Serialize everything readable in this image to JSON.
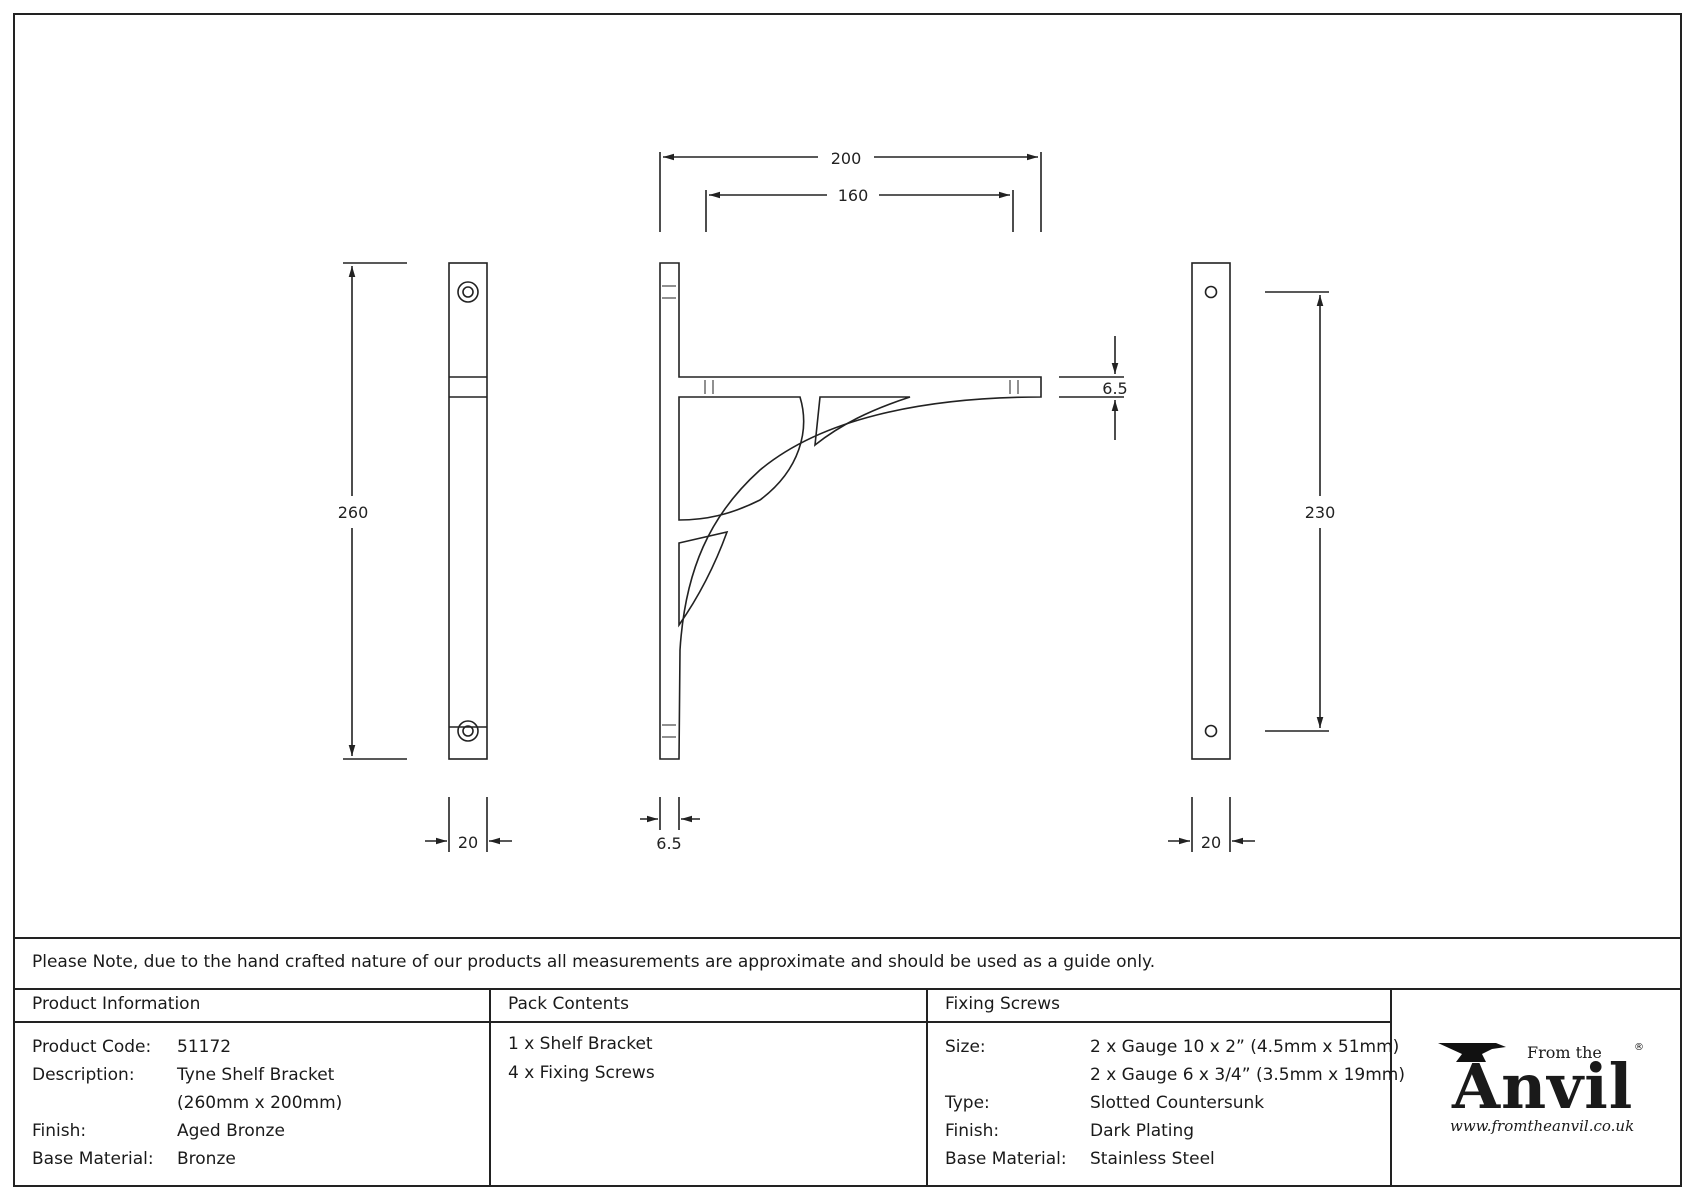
{
  "dimensions": {
    "overall_width": "200",
    "inner_width": "160",
    "height": "260",
    "thickness_shelf": "6.5",
    "thickness_upright": "6.5",
    "width_front": "20",
    "width_back": "20",
    "hole_spacing": "230"
  },
  "note": "Please Note, due to the hand crafted nature of our products all measurements are approximate and should be used as a guide only.",
  "product_information": {
    "header": "Product Information",
    "rows": [
      {
        "label": "Product Code:",
        "value": "51172"
      },
      {
        "label": "Description:",
        "value": "Tyne Shelf Bracket"
      },
      {
        "label": "",
        "value": "(260mm x 200mm)"
      },
      {
        "label": "Finish:",
        "value": "Aged Bronze"
      },
      {
        "label": "Base Material:",
        "value": "Bronze"
      }
    ]
  },
  "pack_contents": {
    "header": "Pack Contents",
    "items": [
      "1 x Shelf Bracket",
      "4 x Fixing Screws"
    ]
  },
  "fixing_screws": {
    "header": "Fixing Screws",
    "rows": [
      {
        "label": "Size:",
        "value": "2 x Gauge 10 x 2” (4.5mm x 51mm)"
      },
      {
        "label": "",
        "value": "2 x Gauge 6 x 3/4” (3.5mm x 19mm)"
      },
      {
        "label": "Type:",
        "value": "Slotted Countersunk"
      },
      {
        "label": "Finish:",
        "value": "Dark Plating"
      },
      {
        "label": "Base Material:",
        "value": "Stainless Steel"
      }
    ]
  },
  "logo": {
    "from_the": "From the",
    "brand": "Anvil",
    "url": "www.fromtheanvil.co.uk",
    "registered": "®"
  }
}
